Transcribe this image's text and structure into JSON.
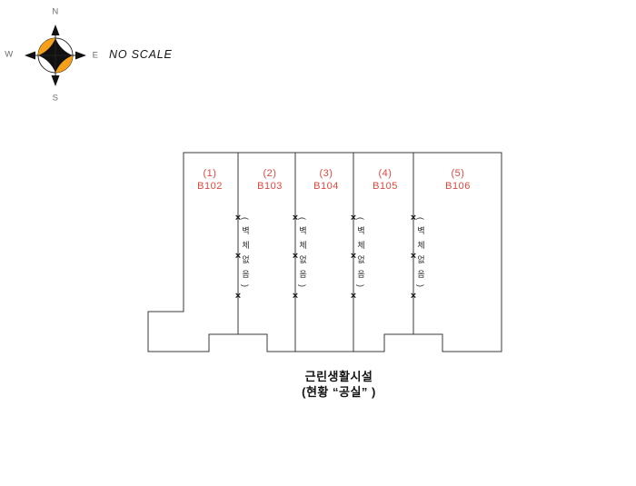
{
  "compass": {
    "labels": {
      "north": "N",
      "south": "S",
      "east": "E",
      "west": "W"
    }
  },
  "scale_note": "NO SCALE",
  "plan": {
    "units": [
      {
        "number": "(1)",
        "id": "B102"
      },
      {
        "number": "(2)",
        "id": "B103"
      },
      {
        "number": "(3)",
        "id": "B104"
      },
      {
        "number": "(4)",
        "id": "B105"
      },
      {
        "number": "(5)",
        "id": "B106"
      }
    ],
    "wall_note": "(벽체없음)",
    "x_mark": "×"
  },
  "caption": {
    "line1": "근린생활시설",
    "line2": "(현황 “공실” )"
  },
  "colors": {
    "unit-label": "#e0463e",
    "orange": "#f6a01a",
    "line": "#3a3a3a",
    "text": "#111111",
    "compass-label": "#6e6e6e"
  }
}
